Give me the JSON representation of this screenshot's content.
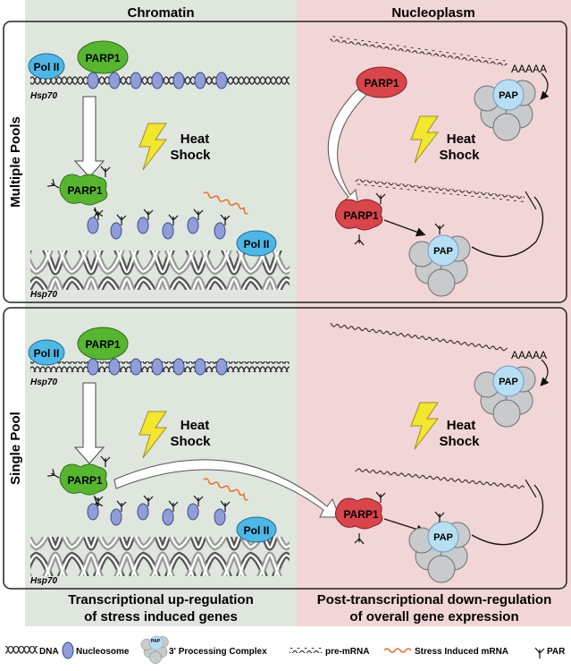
{
  "headers": {
    "left": "Chromatin",
    "right": "Nucleoplasm"
  },
  "rows": {
    "top": "Multiple Pools",
    "bottom": "Single Pool"
  },
  "labels": {
    "pol2": "Pol II",
    "parp1": "PARP1",
    "hsp70": "Hsp70",
    "heat": "Heat",
    "shock": "Shock",
    "pap": "PAP",
    "polyA": "AAAAA"
  },
  "footer": {
    "left_line1": "Transcriptional up-regulation",
    "left_line2": "of stress induced genes",
    "right_line1": "Post-transcriptional down-regulation",
    "right_line2": "of overall gene expression"
  },
  "legend": {
    "dna": "DNA",
    "nucleosome": "Nucleosome",
    "complex": "3' Processing Complex",
    "premrna": "pre-mRNA",
    "stress": "Stress Induced mRNA",
    "par": "PAR"
  },
  "colors": {
    "chromatin_bg": "#dfe6de",
    "nucleoplasm_bg": "#f2d5d6",
    "parp1_green": "#58b530",
    "parp1_red": "#d8454a",
    "pol2_blue": "#4fb7e5",
    "nucleosome": "#8f9dd8",
    "bolt": "#f2e62e",
    "subunit_gray": "#c9cacc",
    "pap_blue": "#b8def3",
    "stress_mrna": "#e8702a"
  }
}
